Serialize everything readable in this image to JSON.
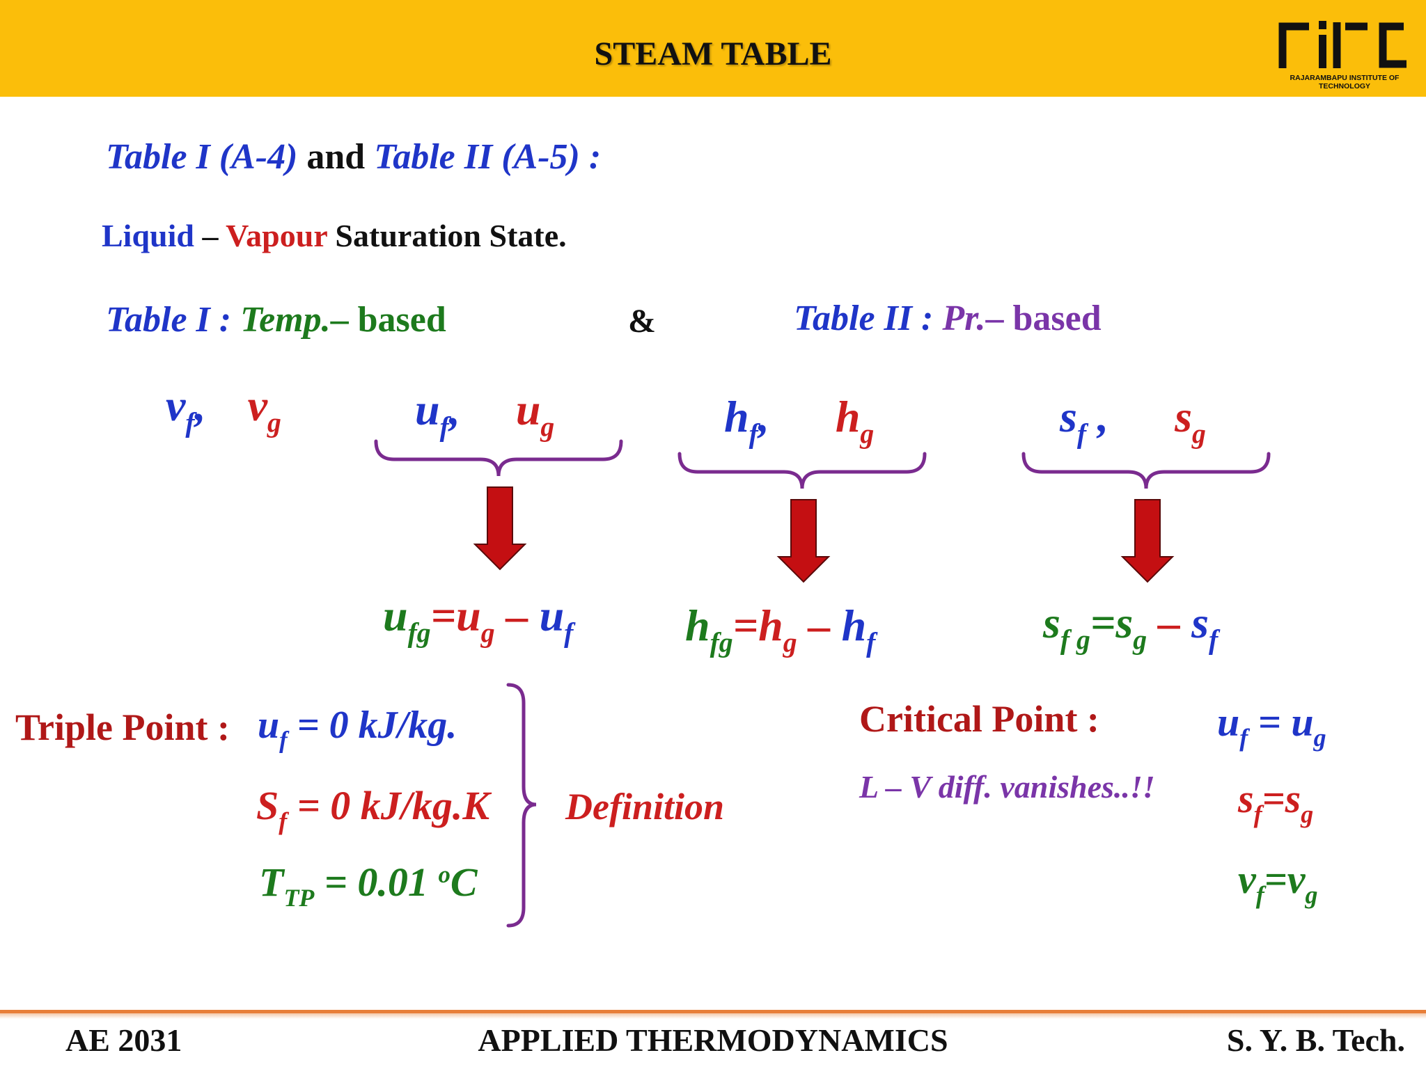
{
  "header": {
    "title": "STEAM TABLE",
    "logo_text": "RAJARAMBAPU INSTITUTE OF TECHNOLOGY"
  },
  "line1": {
    "t1": "Table I (A-4)",
    "and": "and",
    "t2": "Table II (A-5) :"
  },
  "line2": {
    "liquid": "Liquid",
    "dash": "–",
    "vapour": "Vapour",
    "rest": "Saturation State."
  },
  "line3": {
    "left_table": "Table I :",
    "left_temp": "Temp.",
    "left_based": "– based",
    "amp": "&",
    "right_table": "Table II :",
    "right_pr": "Pr.",
    "right_based": "– based"
  },
  "props": {
    "v": {
      "a": "v",
      "a_sub": "f",
      "comma": ",",
      "b": "v",
      "b_sub": "g"
    },
    "u": {
      "a": "u",
      "a_sub": "f",
      "comma": ",",
      "b": "u",
      "b_sub": "g"
    },
    "h": {
      "a": "h",
      "a_sub": "f",
      "comma": ",",
      "b": "h",
      "b_sub": "g"
    },
    "s": {
      "a": "s",
      "a_sub": "f",
      "comma": ",",
      "b": "s",
      "b_sub": "g"
    }
  },
  "eqs": {
    "u": {
      "lhs": "u",
      "lhs_sub": "fg",
      "eq": "=",
      "t1": "u",
      "t1_sub": "g",
      "minus": "–",
      "t2": "u",
      "t2_sub": "f"
    },
    "h": {
      "lhs": "h",
      "lhs_sub": "fg",
      "eq": "=",
      "t1": "h",
      "t1_sub": "g",
      "minus": "–",
      "t2": "h",
      "t2_sub": "f"
    },
    "s": {
      "lhs": "s",
      "lhs_sub": "f g",
      "eq": "=",
      "t1": "s",
      "t1_sub": "g",
      "minus": "–",
      "t2": "s",
      "t2_sub": "f"
    }
  },
  "triple": {
    "label": "Triple Point :",
    "r1": {
      "sym": "u",
      "sub": "f",
      "rest": "= 0 kJ/kg."
    },
    "r2": {
      "sym": "S",
      "sub": "f",
      "rest": "= 0 kJ/kg.K"
    },
    "r3": {
      "sym": "T",
      "sub": "TP",
      "rest": "= 0.01",
      "sup": "o",
      "unit": "C"
    },
    "definition": "Definition"
  },
  "critical": {
    "label": "Critical Point :",
    "note": "L – V diff. vanishes..!!",
    "r1": {
      "a": "u",
      "a_sub": "f",
      "eq": "=",
      "b": "u",
      "b_sub": "g"
    },
    "r2": {
      "a": "s",
      "a_sub": "f",
      "eq": "=",
      "b": "s",
      "b_sub": "g"
    },
    "r3": {
      "a": "v",
      "a_sub": "f",
      "eq": "=",
      "b": "v",
      "b_sub": "g"
    }
  },
  "footer": {
    "left": "AE 2031",
    "center": "APPLIED THERMODYNAMICS",
    "right": "S. Y. B. Tech."
  },
  "colors": {
    "header_bg": "#fbbe0a",
    "blue": "#1f35c8",
    "red": "#cc1f1f",
    "green": "#1d7a1d",
    "purple": "#7a35a8",
    "arrow": "#c40f12",
    "footer_line": "#e87f39"
  }
}
